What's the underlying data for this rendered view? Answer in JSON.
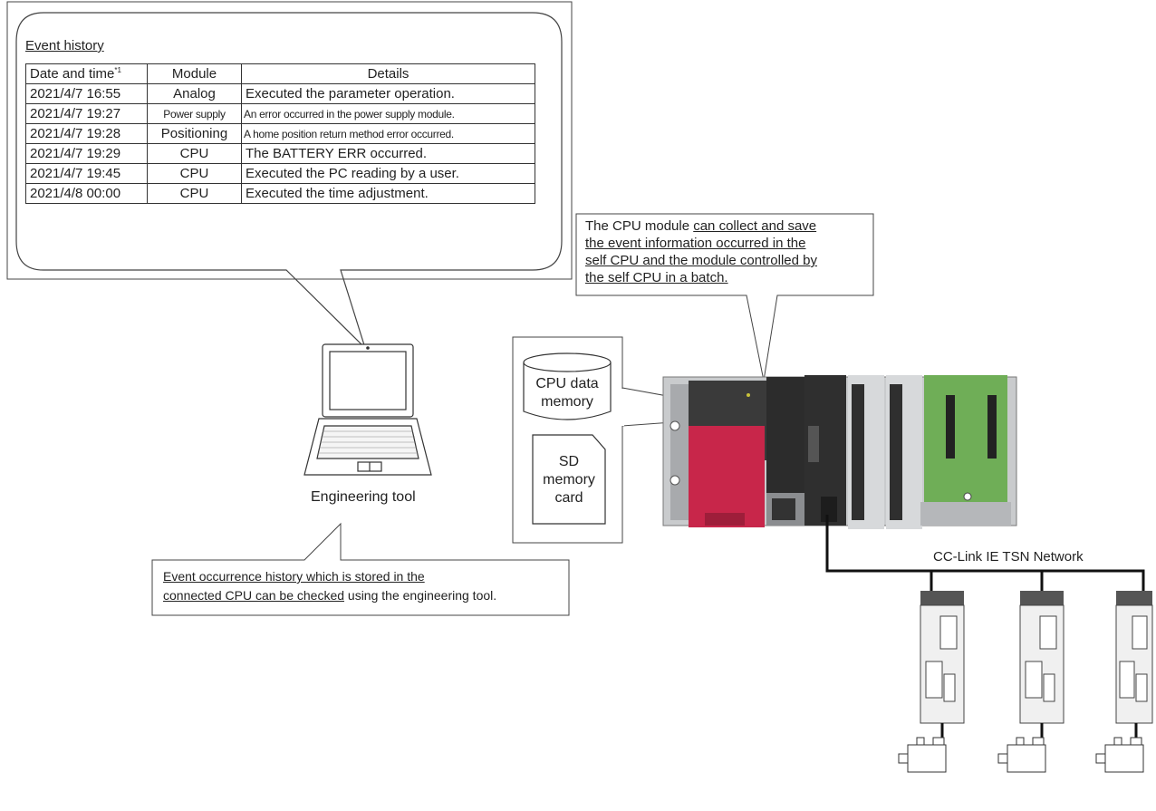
{
  "event_history": {
    "title": "Event history",
    "columns": [
      "Date and time",
      "Module",
      "Details"
    ],
    "footnote_mark": "*1",
    "rows": [
      {
        "datetime": "2021/4/7 16:55",
        "module": "Analog",
        "details": "Executed the parameter operation."
      },
      {
        "datetime": "2021/4/7 19:27",
        "module": "Power supply",
        "details": "An error occurred in the power supply module."
      },
      {
        "datetime": "2021/4/7 19:28",
        "module": "Positioning",
        "details": "A home position return method error occurred."
      },
      {
        "datetime": "2021/4/7 19:29",
        "module": "CPU",
        "details": "The BATTERY ERR occurred."
      },
      {
        "datetime": "2021/4/7 19:45",
        "module": "CPU",
        "details": "Executed the PC reading by a user."
      },
      {
        "datetime": "2021/4/8 00:00",
        "module": "CPU",
        "details": "Executed the time adjustment."
      }
    ]
  },
  "cpu_callout": {
    "prefix": "The CPU module ",
    "line1_u": "can collect and save",
    "line2_u": "the event information occurred in the",
    "line3_u": "self CPU and the module controlled by",
    "line4_u": "the self CPU in a batch."
  },
  "storage": {
    "cpu_memory": [
      "CPU data",
      "memory"
    ],
    "sd_card": [
      "SD",
      "memory",
      "card"
    ]
  },
  "engineering_tool_label": "Engineering tool",
  "tool_callout": {
    "line1_u": "Event occurrence history which is stored in the",
    "line2_u": "connected CPU can be checked",
    "line2_rest": " using the engineering tool."
  },
  "network_label": "CC-Link IE TSN Network",
  "colors": {
    "red_module": "#c8264a",
    "dark_module": "#3a3a3a",
    "green_board": "#6fae57",
    "base_gray": "#b5b7ba"
  }
}
